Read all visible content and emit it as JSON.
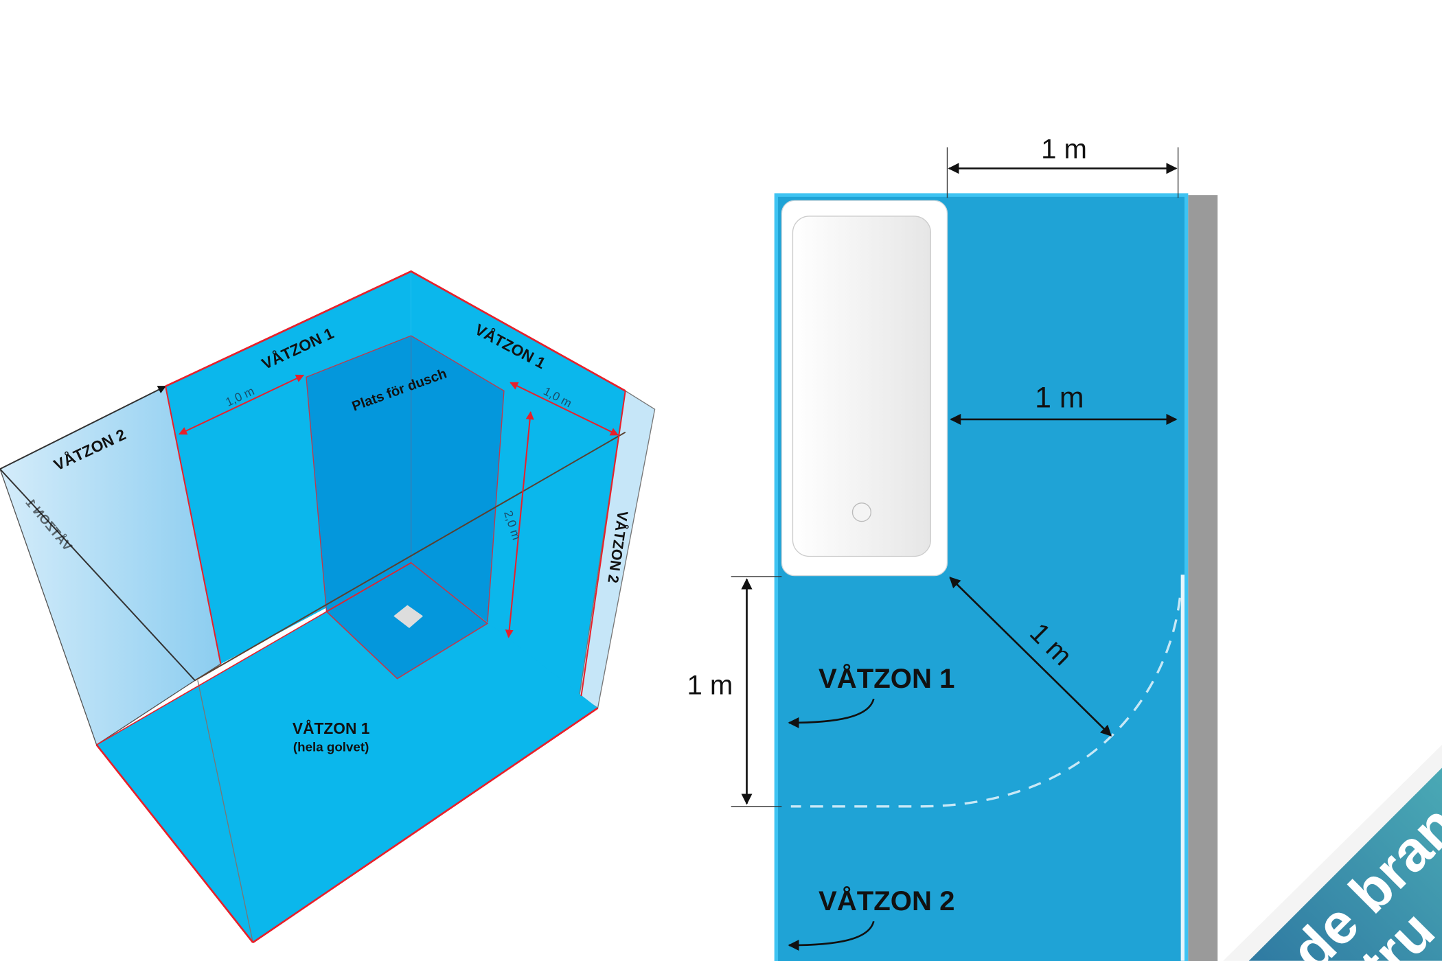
{
  "colors": {
    "zone1": "#0bb7ec",
    "zone2": "#a9d9f3",
    "shower": "#0497dc",
    "plan_blue": "#1fa3d6",
    "red_line": "#e8202a",
    "wall_grey": "#9a9a9a",
    "ribbon": "#3a8fb0"
  },
  "room3d": {
    "zone1_left_wall": "VÅTZON 1",
    "zone1_right_wall": "VÅTZON 1",
    "zone2_left": "VÅTZON 2",
    "zone2_right": "VÅTZON 2",
    "zone1_side_wall": "VÅTZON 1",
    "width_left": "1,0 m",
    "width_right": "1,0 m",
    "height": "2,0 m",
    "shower_area": "Plats för dusch",
    "floor_zone": "VÅTZON 1",
    "floor_note": "(hela golvet)"
  },
  "plan": {
    "top_dim": "1 m",
    "mid_dim": "1 m",
    "diag_dim": "1 m",
    "left_dim": "1 m",
    "zone1": "VÅTZON 1",
    "zone2": "VÅTZON 2"
  },
  "ribbon": {
    "text_line1": "de bran",
    "text_line2": "tru"
  }
}
